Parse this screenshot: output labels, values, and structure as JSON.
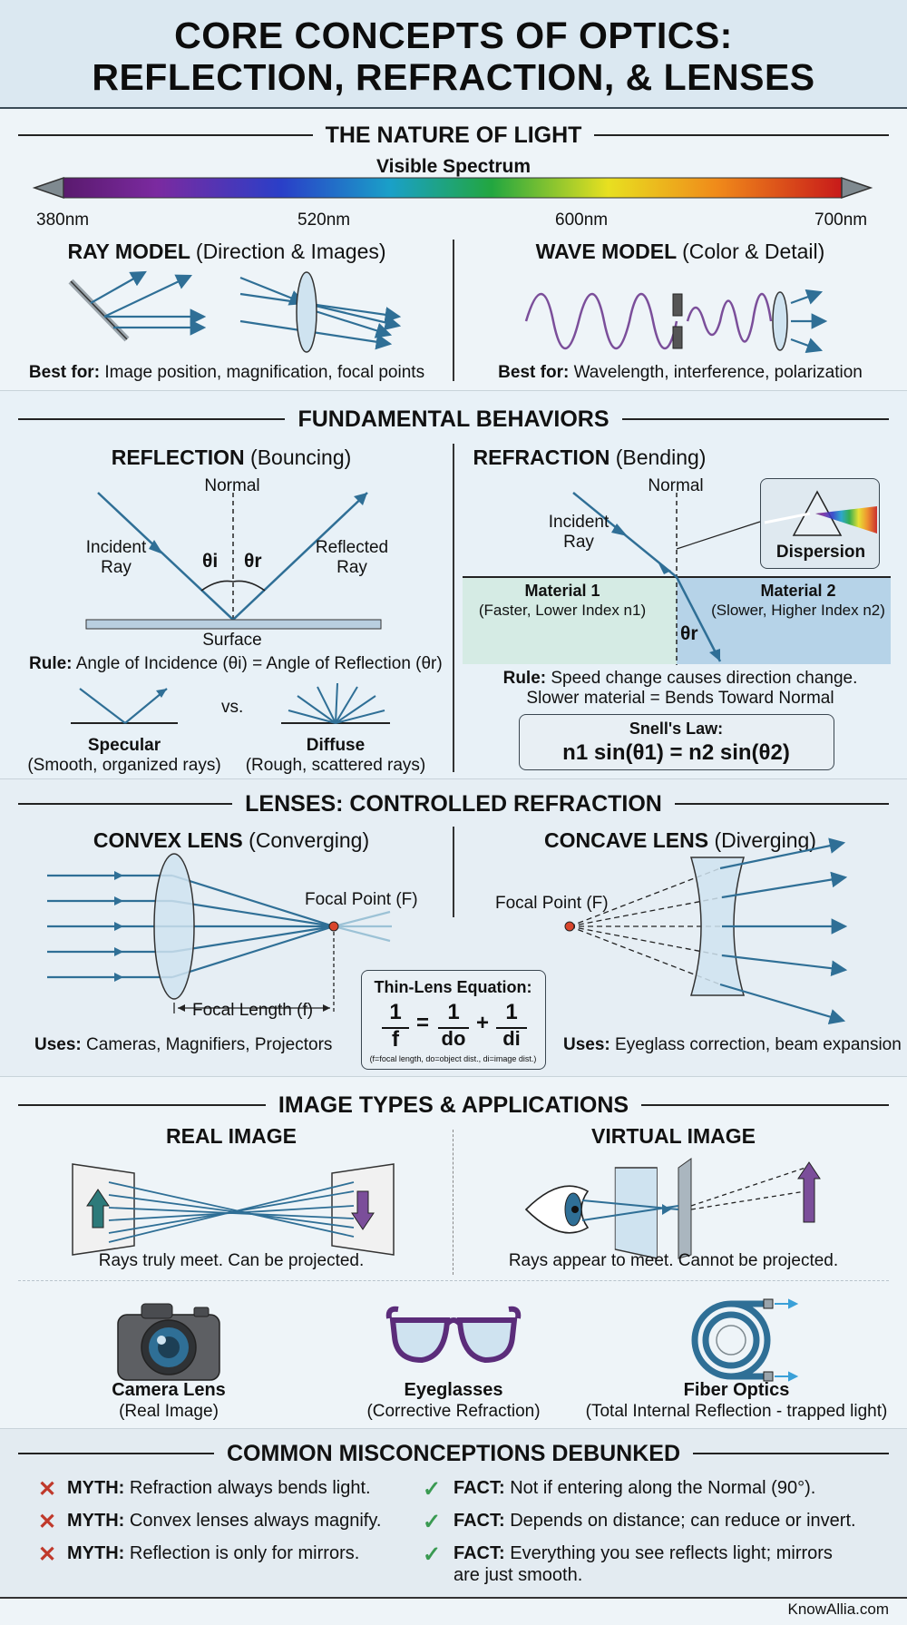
{
  "title": {
    "line1": "CORE CONCEPTS OF OPTICS:",
    "line2": "REFLECTION, REFRACTION, & LENSES"
  },
  "colors": {
    "ray": "#2f6f96",
    "lens": "#cfe3f0",
    "accent_red": "#c0392b",
    "accent_green": "#3a9a52",
    "purple": "#7b4e9a",
    "teal": "#2d7a7a"
  },
  "nature": {
    "heading": "THE NATURE OF LIGHT",
    "spectrum_label": "Visible Spectrum",
    "ticks": [
      "380nm",
      "520nm",
      "600nm",
      "700nm"
    ],
    "ray_model": {
      "title": "RAY MODEL",
      "paren": "(Direction & Images)",
      "best_label": "Best for:",
      "best_text": "Image position, magnification, focal points"
    },
    "wave_model": {
      "title": "WAVE MODEL",
      "paren": "(Color & Detail)",
      "best_label": "Best for:",
      "best_text": "Wavelength, interference, polarization"
    }
  },
  "behaviors": {
    "heading": "FUNDAMENTAL BEHAVIORS",
    "reflection": {
      "title": "REFLECTION",
      "paren": "(Bouncing)",
      "normal": "Normal",
      "incident1": "Incident",
      "incident2": "Ray",
      "reflected1": "Reflected",
      "reflected2": "Ray",
      "theta_i": "θi",
      "theta_r": "θr",
      "surface": "Surface",
      "rule_label": "Rule:",
      "rule_text": "Angle of Incidence (θi) = Angle of Reflection (θr)",
      "vs": "vs.",
      "specular": "Specular",
      "specular_desc": "(Smooth, organized rays)",
      "diffuse": "Diffuse",
      "diffuse_desc": "(Rough, scattered rays)"
    },
    "refraction": {
      "title": "REFRACTION",
      "paren": "(Bending)",
      "normal": "Normal",
      "incident1": "Incident",
      "incident2": "Ray",
      "dispersion": "Dispersion",
      "material1": "Material 1",
      "material1_desc": "(Faster, Lower Index n1)",
      "material2": "Material 2",
      "material2_desc": "(Slower, Higher Index n2)",
      "theta_r": "θr",
      "rule_label": "Rule:",
      "rule_text": "Speed change causes direction change.",
      "rule_text2": "Slower material = Bends Toward Normal",
      "snell_title": "Snell's Law:",
      "snell_eq": "n1 sin(θ1) = n2 sin(θ2)"
    }
  },
  "lenses": {
    "heading": "LENSES: CONTROLLED REFRACTION",
    "convex": {
      "title": "CONVEX LENS",
      "paren": "(Converging)",
      "focal": "Focal Point (F)",
      "focal_length": "Focal Length (f)",
      "uses_label": "Uses:",
      "uses_text": "Cameras, Magnifiers, Projectors"
    },
    "concave": {
      "title": "CONCAVE LENS",
      "paren": "(Diverging)",
      "focal": "Focal Point (F)",
      "uses_label": "Uses:",
      "uses_text": "Eyeglass correction, beam expansion"
    },
    "equation": {
      "title": "Thin-Lens Equation:",
      "num": "1",
      "f": "f",
      "do": "do",
      "di": "di",
      "legend": "(f=focal length, do=object dist., di=image dist.)"
    }
  },
  "images": {
    "heading": "IMAGE TYPES & APPLICATIONS",
    "real": {
      "title": "REAL IMAGE",
      "desc": "Rays truly meet. Can be projected."
    },
    "virtual": {
      "title": "VIRTUAL IMAGE",
      "desc": "Rays appear to meet. Cannot be projected."
    },
    "apps": [
      {
        "name": "Camera Lens",
        "desc": "(Real Image)",
        "icon": "camera-icon"
      },
      {
        "name": "Eyeglasses",
        "desc": "(Corrective Refraction)",
        "icon": "eyeglasses-icon"
      },
      {
        "name": "Fiber Optics",
        "desc": "(Total Internal Reflection - trapped light)",
        "icon": "fiber-optics-icon"
      }
    ]
  },
  "myths": {
    "heading": "COMMON MISCONCEPTIONS DEBUNKED",
    "myth_label": "MYTH:",
    "fact_label": "FACT:",
    "rows": [
      {
        "myth": "Refraction always bends light.",
        "fact": "Not if entering along the Normal (90°).",
        "fact2": ""
      },
      {
        "myth": "Convex lenses always magnify.",
        "fact": "Depends on distance; can reduce or invert.",
        "fact2": ""
      },
      {
        "myth": "Reflection is only for mirrors.",
        "fact": "Everything you see reflects light; mirrors",
        "fact2": "are just smooth."
      }
    ]
  },
  "footer": "KnowAllia.com"
}
